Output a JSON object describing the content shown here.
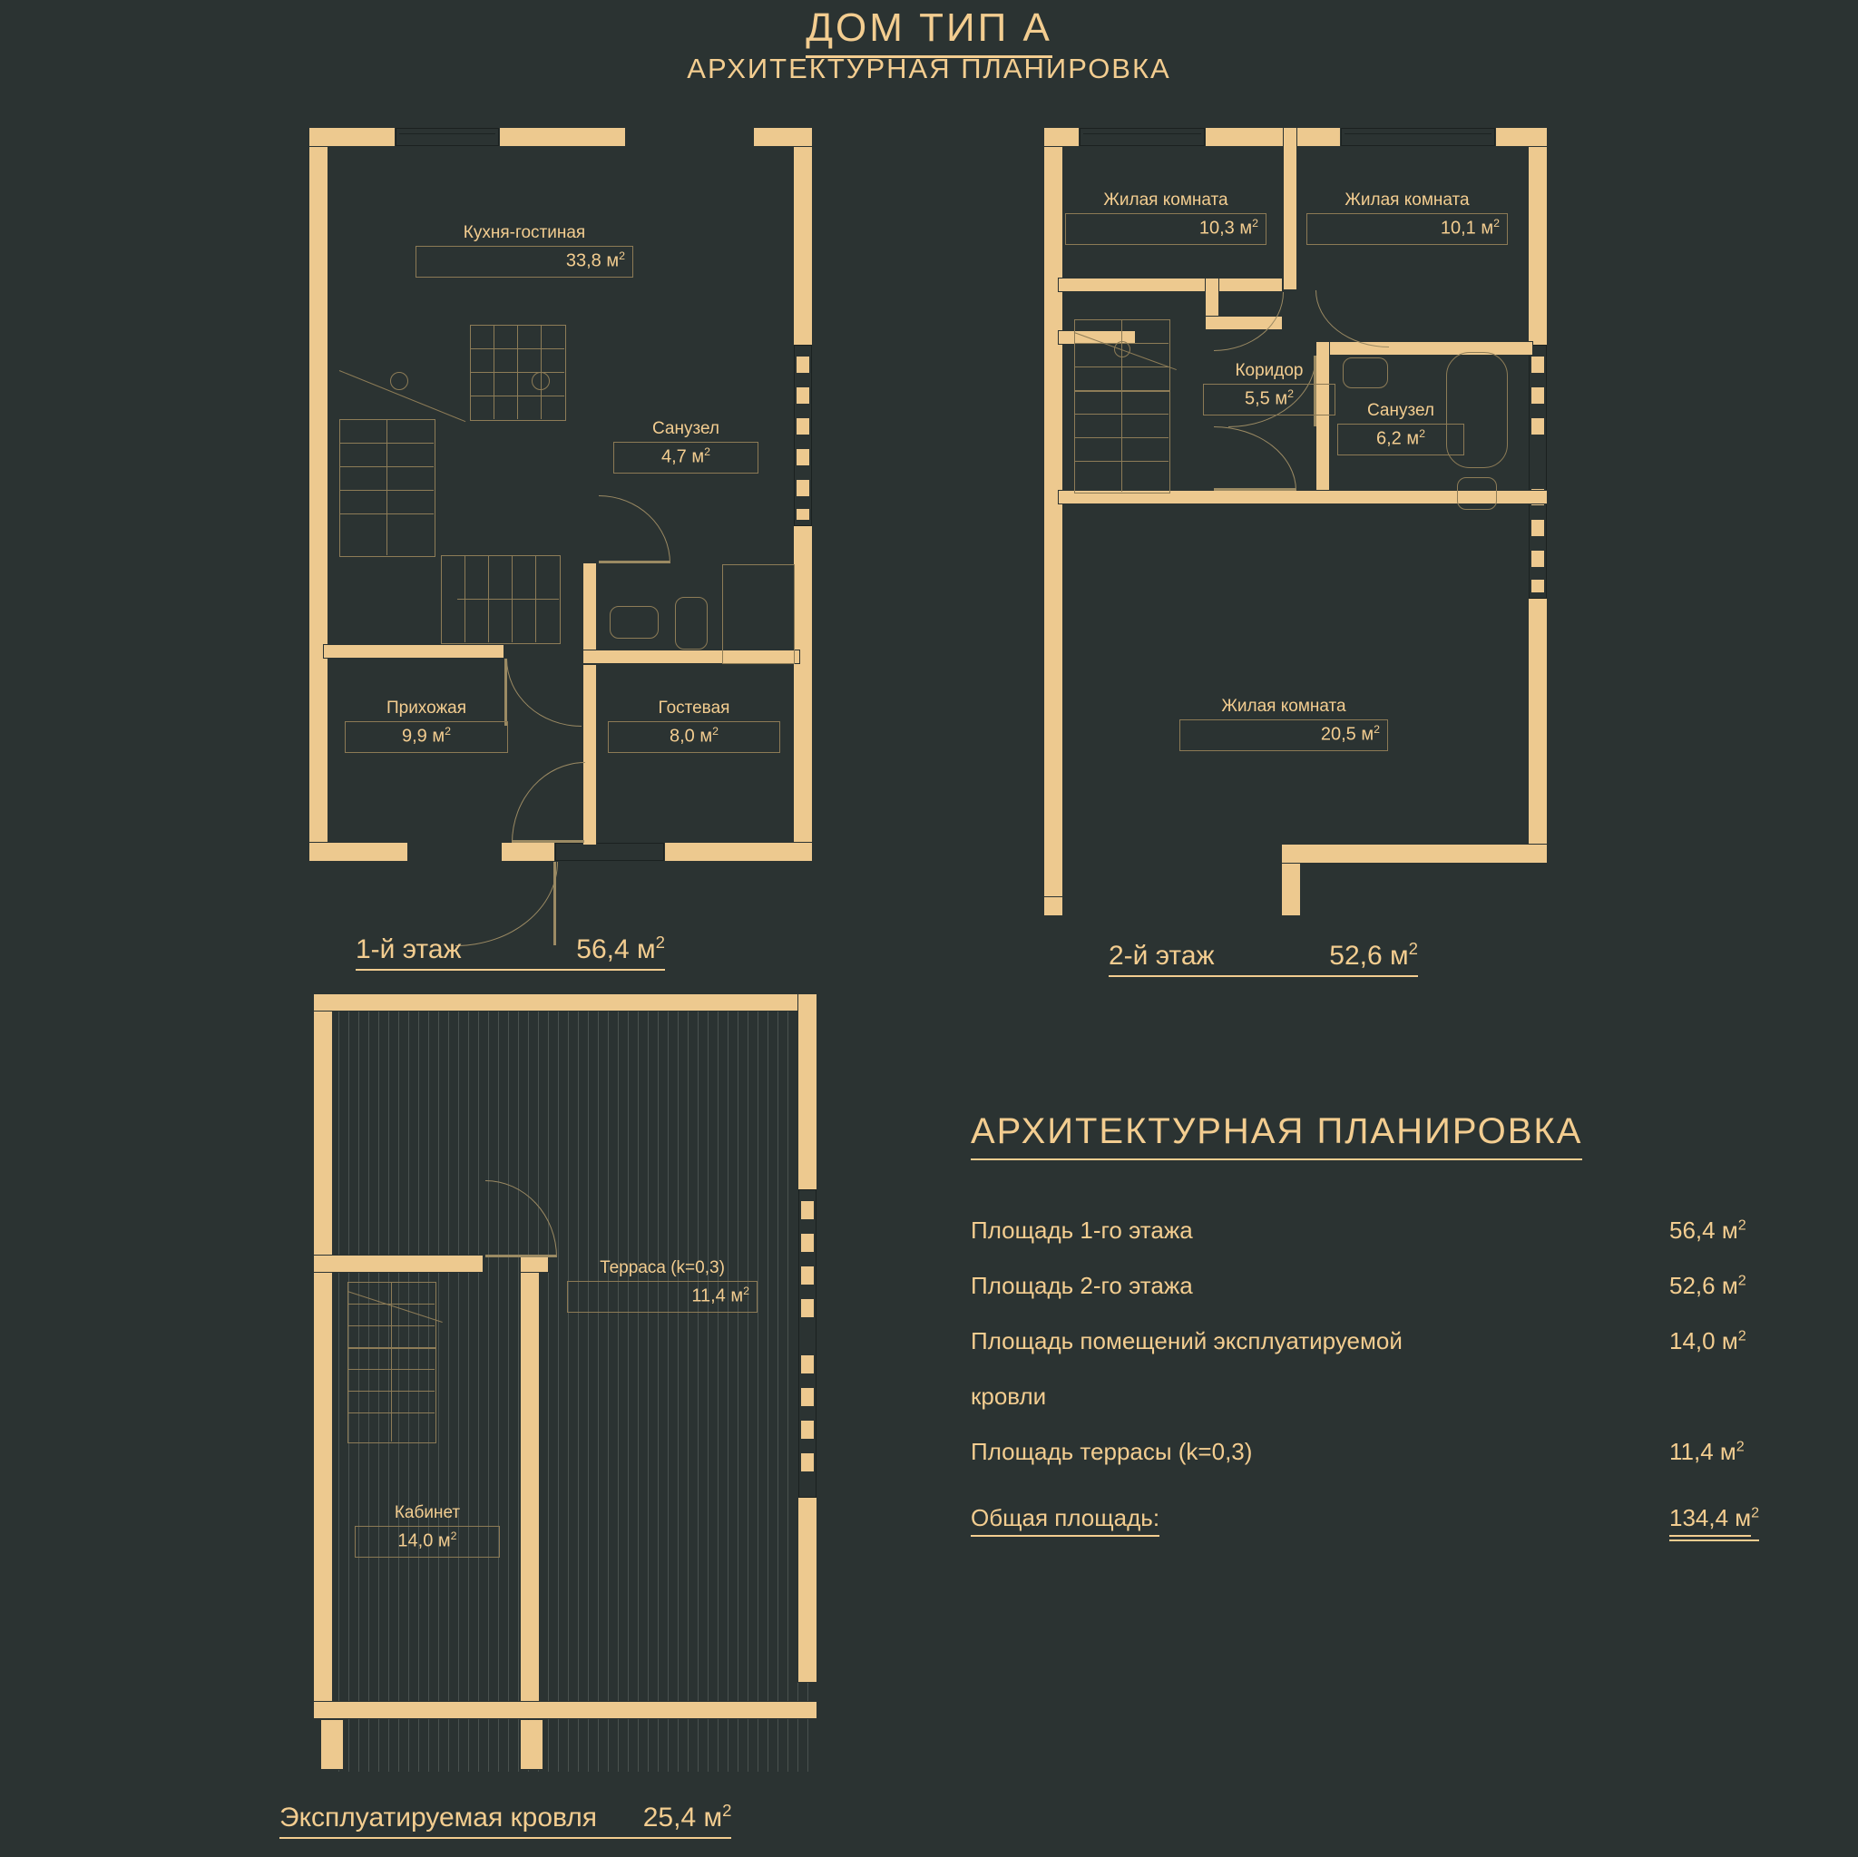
{
  "title": {
    "main": "ДОМ ТИП А",
    "sub": "АРХИТЕКТУРНАЯ ПЛАНИРОВКА"
  },
  "floor1": {
    "caption_name": "1-й этаж",
    "caption_area": "56,4 м",
    "rooms": [
      {
        "name": "Кухня-гостиная",
        "area": "33,8 м"
      },
      {
        "name": "Санузел",
        "area": "4,7 м"
      },
      {
        "name": "Прихожая",
        "area": "9,9 м"
      },
      {
        "name": "Гостевая",
        "area": "8,0 м"
      }
    ]
  },
  "floor2": {
    "caption_name": "2-й этаж",
    "caption_area": "52,6 м",
    "rooms": [
      {
        "name": "Жилая комната",
        "area": "10,3 м"
      },
      {
        "name": "Жилая комната",
        "area": "10,1 м"
      },
      {
        "name": "Коридор",
        "area": "5,5 м"
      },
      {
        "name": "Санузел",
        "area": "6,2 м"
      },
      {
        "name": "Жилая комната",
        "area": "20,5 м"
      }
    ]
  },
  "roof": {
    "caption_name": "Эксплуатируемая кровля",
    "caption_area": "25,4 м",
    "rooms": [
      {
        "name": "Терраса (k=0,3)",
        "area": "11,4 м"
      },
      {
        "name": "Кабинет",
        "area": "14,0 м"
      }
    ]
  },
  "summary": {
    "title": "АРХИТЕКТУРНАЯ  ПЛАНИРОВКА",
    "rows": [
      {
        "label": "Площадь 1-го этажа",
        "value": "56,4 м"
      },
      {
        "label": "Площадь 2-го этажа",
        "value": "52,6 м"
      },
      {
        "label": "Площадь помещений эксплуатируемой",
        "value": "14,0 м"
      },
      {
        "label": "кровли",
        "value": ""
      },
      {
        "label": "Площадь террасы (k=0,3)",
        "value": "11,4 м"
      }
    ],
    "total": {
      "label": "Общая площадь:",
      "value": "134,4 м"
    }
  },
  "colors": {
    "background": "#2b3332",
    "wall": "#edc98f",
    "text": "#f3cd90",
    "line": "#8d7c57"
  },
  "units": {
    "sq": "2"
  }
}
